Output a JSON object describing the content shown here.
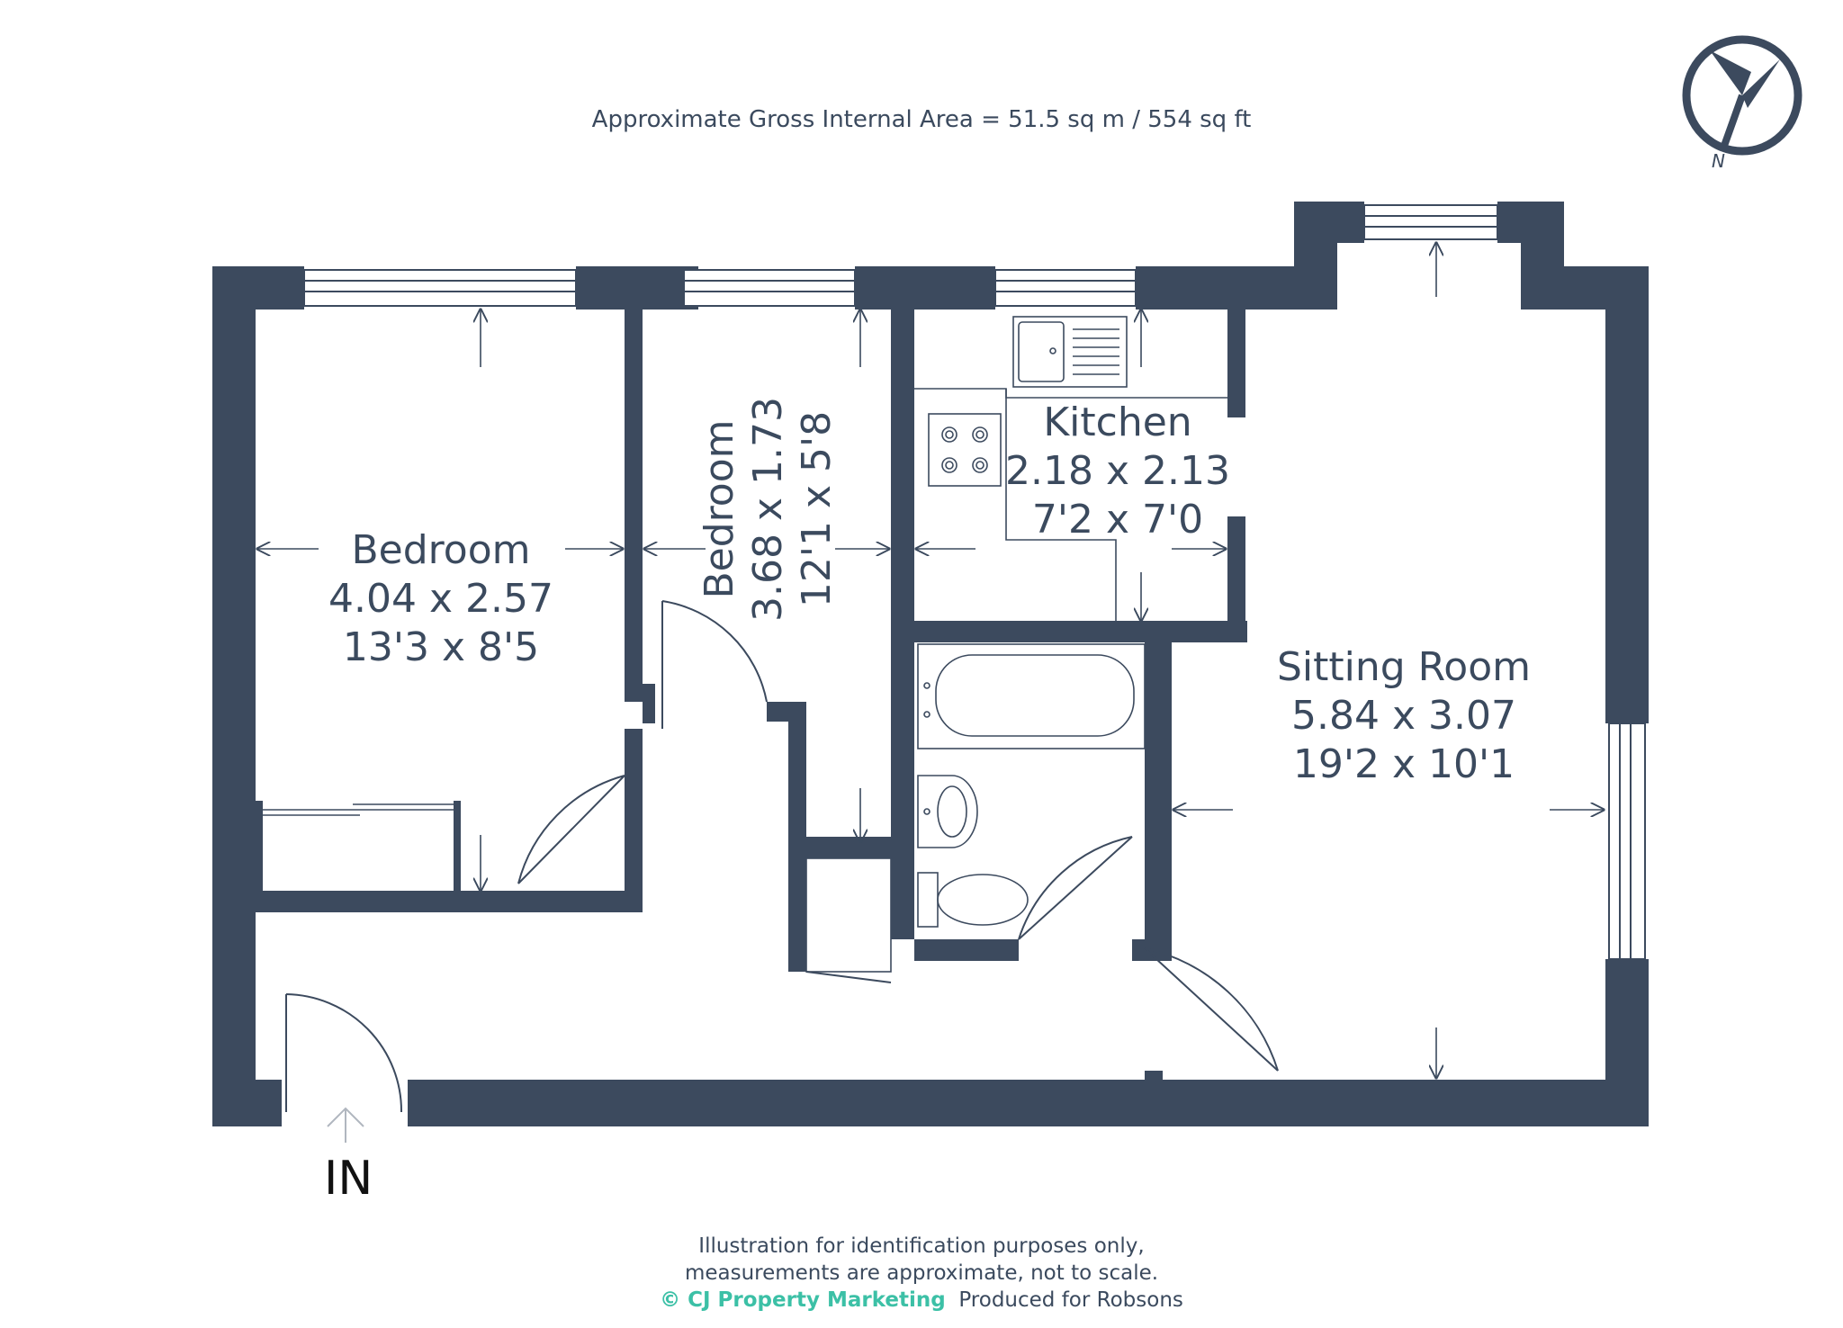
{
  "header": {
    "gross_area": "Approximate Gross Internal Area = 51.5 sq m / 554 sq ft"
  },
  "compass": {
    "label": "N"
  },
  "rooms": [
    {
      "name": "Bedroom",
      "metric": "4.04 x 2.57",
      "imperial": "13'3 x 8'5"
    },
    {
      "name": "Bedroom",
      "metric": "3.68 x 1.73",
      "imperial": "12'1 x 5'8"
    },
    {
      "name": "Kitchen",
      "metric": "2.18 x 2.13",
      "imperial": "7'2 x 7'0"
    },
    {
      "name": "Sitting Room",
      "metric": "5.84 x 3.07",
      "imperial": "19'2 x 10'1"
    }
  ],
  "entrance": {
    "label": "IN"
  },
  "footer": {
    "line1": "Illustration for identification purposes only,",
    "line2": "measurements are approximate, not to scale.",
    "copyright": "© CJ Property Marketing",
    "produced": "Produced for Robsons"
  },
  "colors": {
    "wall": "#3c4a5e",
    "accent": "#3cc0a6",
    "text": "#3b4a5e"
  }
}
